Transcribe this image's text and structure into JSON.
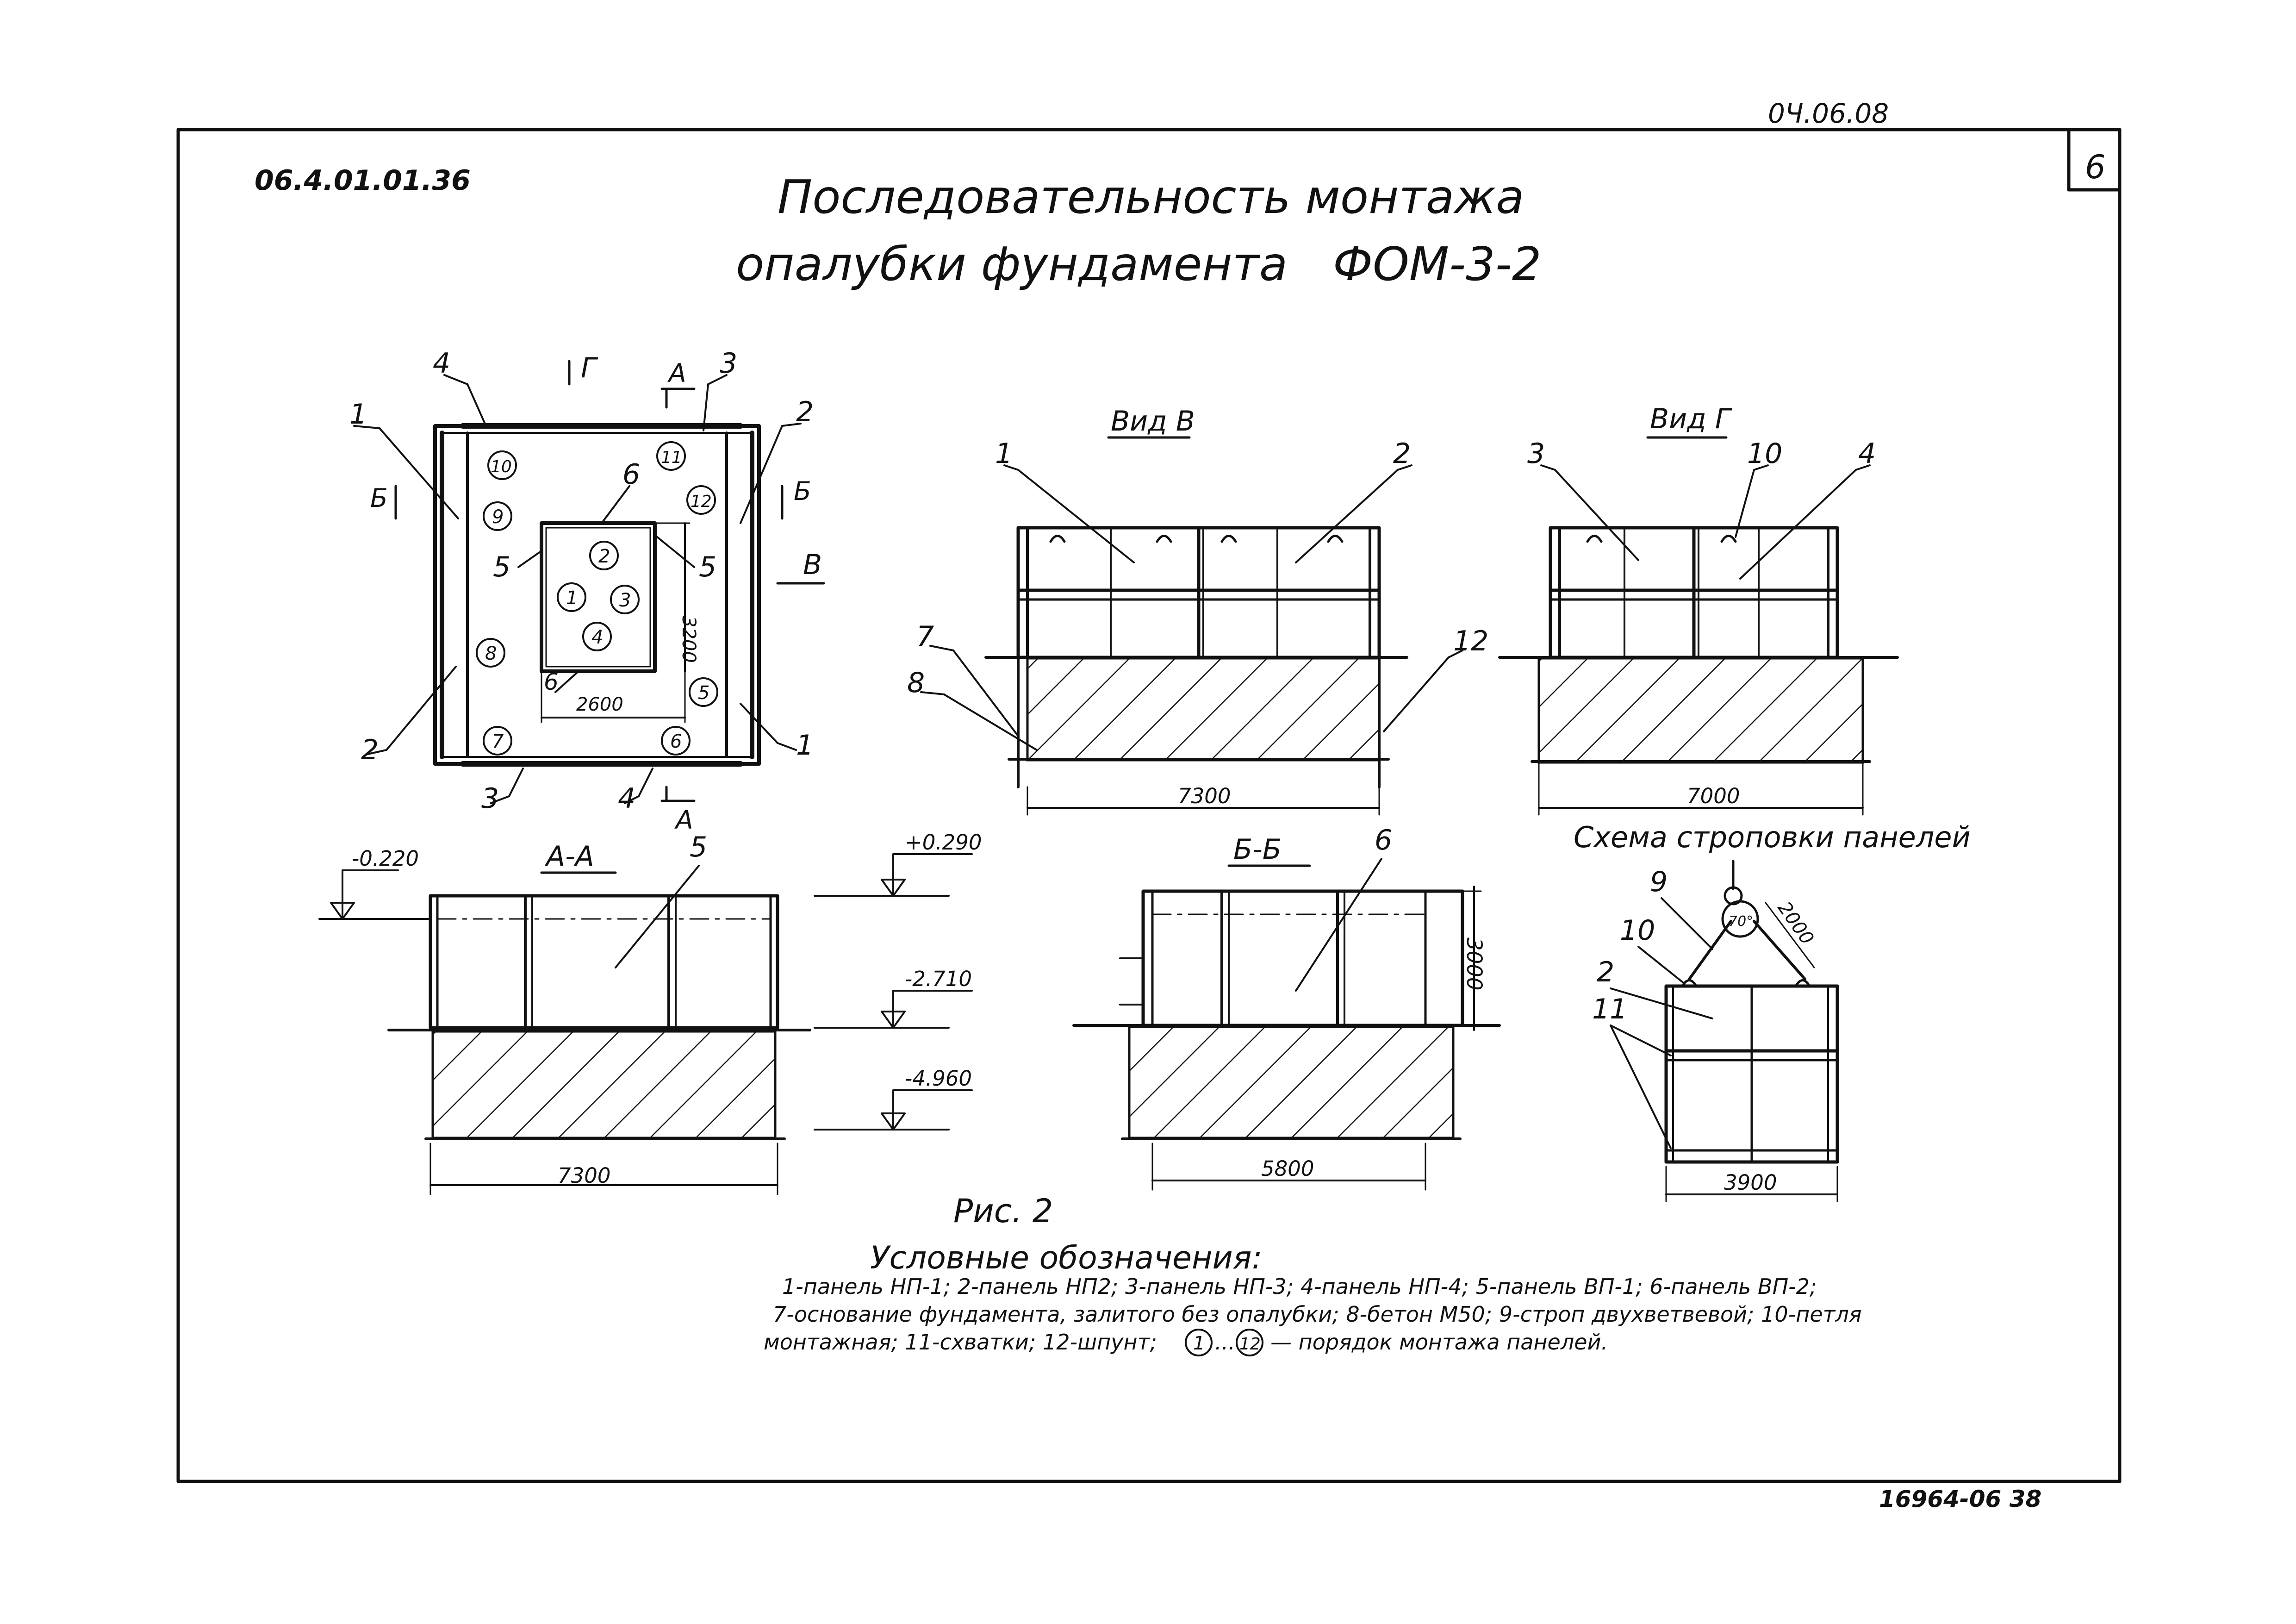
{
  "header": {
    "doc_code": "0Ч.06.08",
    "sheet_number": "6",
    "series_code": "06.4.01.01.36",
    "title_line1": "Последовательность монтажа",
    "title_line2": "опалубки фундамента",
    "title_mark": "ФОМ-3-2"
  },
  "plan": {
    "callout_1": "1",
    "callout_1b": "1",
    "callout_2": "2",
    "callout_2b": "2",
    "callout_3": "3",
    "callout_3b": "3",
    "callout_4": "4",
    "callout_4b": "4",
    "callout_5a": "5",
    "callout_5b": "5",
    "callout_6a": "6",
    "callout_6b": "6",
    "section_a_top": "А",
    "section_a_bottom": "А",
    "section_b_left": "Б",
    "section_b_right": "Б",
    "view_v": "В",
    "view_g": "Г",
    "dim_inner_w": "2600",
    "dim_inner_h": "3200",
    "order": [
      "1",
      "2",
      "3",
      "4",
      "5",
      "6",
      "7",
      "8",
      "9",
      "10",
      "11",
      "12"
    ]
  },
  "view_v": {
    "title": "Вид В",
    "callouts": [
      "1",
      "2",
      "7",
      "8",
      "12"
    ],
    "dim": "7300"
  },
  "view_g": {
    "title": "Вид Г",
    "callouts": [
      "3",
      "10",
      "4"
    ],
    "dim": "7000"
  },
  "section_aa": {
    "title": "А-А",
    "callout": "5",
    "level_top_left": "-0.220",
    "level_top": "+0.290",
    "level_mid": "-2.710",
    "level_bottom": "-4.960",
    "dim": "7300"
  },
  "section_bb": {
    "title": "Б-Б",
    "callout": "6",
    "dim_height": "3000",
    "dim": "5800"
  },
  "sling": {
    "title": "Схема строповки панелей",
    "callouts": [
      "9",
      "10",
      "2",
      "11"
    ],
    "angle": "70°",
    "dim_sling": "2000",
    "dim": "3900"
  },
  "legend": {
    "fig": "Рис. 2",
    "heading": "Условные обозначения:",
    "line1": "1-панель НП-1; 2-панель НП2; 3-панель НП-3; 4-панель НП-4; 5-панель ВП-1; 6-панель ВП-2;",
    "line2": "7-основание фундамента, залитого без опалубки; 8-бетон М50; 9-строп двухветвевой; 10-петля",
    "line3_a": "монтажная; 11-схватки; 12-шпунт;",
    "line3_c1": "1",
    "line3_dots": "...",
    "line3_c2": "12",
    "line3_b": "— порядок монтажа панелей."
  },
  "footer": {
    "code": "16964-06 38"
  }
}
